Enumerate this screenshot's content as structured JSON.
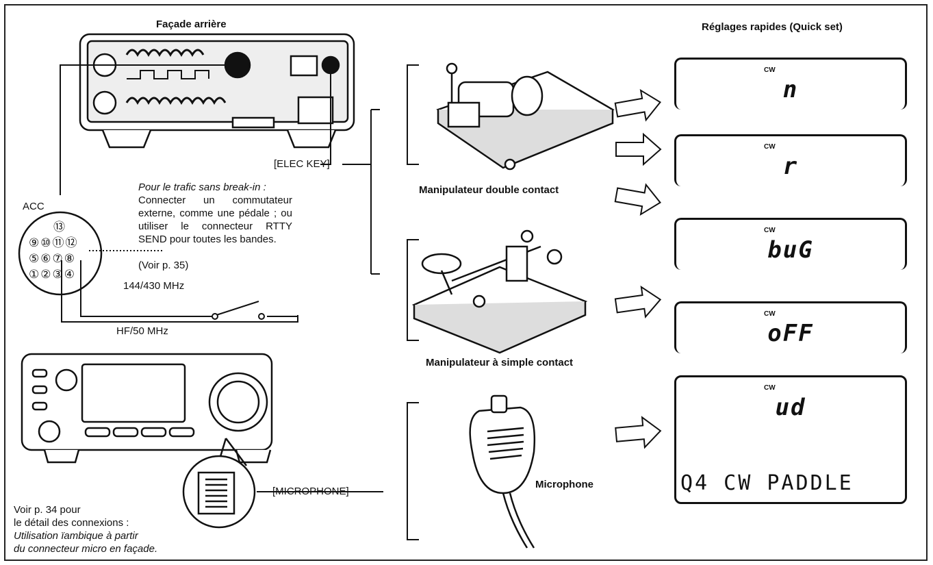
{
  "rear_panel_title": "Façade arrière",
  "quick_set_title": "Réglages rapides (Quick set)",
  "elec_key_label": "[ELEC KEY]",
  "acc_label": "ACC",
  "breakin": {
    "heading": "Pour le trafic sans break-in :",
    "body": "Connecter un commutateur externe, comme une pédale ; ou utiliser le connecteur RTTY SEND pour toutes les bandes.",
    "see_page": "(Voir p. 35)"
  },
  "acc_pins": [
    "⑬",
    "⑨",
    "⑩",
    "⑪",
    "⑫",
    "⑤",
    "⑥",
    "⑦",
    "⑧",
    "①",
    "②",
    "③",
    "④"
  ],
  "band_144": "144/430 MHz",
  "band_hf": "HF/50 MHz",
  "double_key_label": "Manipulateur double contact",
  "single_key_label": "Manipulateur à simple contact",
  "microphone_jack_label": "[MICROPHONE]",
  "microphone_label": "Microphone",
  "connections_note": {
    "line1": "Voir p. 34 pour",
    "line2": "le détail des connexions :",
    "line3": "Utilisation ïambique à partir",
    "line4": "du connecteur micro en façade."
  },
  "lcd_displays": [
    {
      "mode": "CW",
      "value": "n"
    },
    {
      "mode": "CW",
      "value": "r"
    },
    {
      "mode": "CW",
      "value": "buG"
    },
    {
      "mode": "CW",
      "value": "oFF"
    },
    {
      "mode": "CW",
      "value": "ud",
      "bottom": "Q4  CW PADDLE"
    }
  ]
}
